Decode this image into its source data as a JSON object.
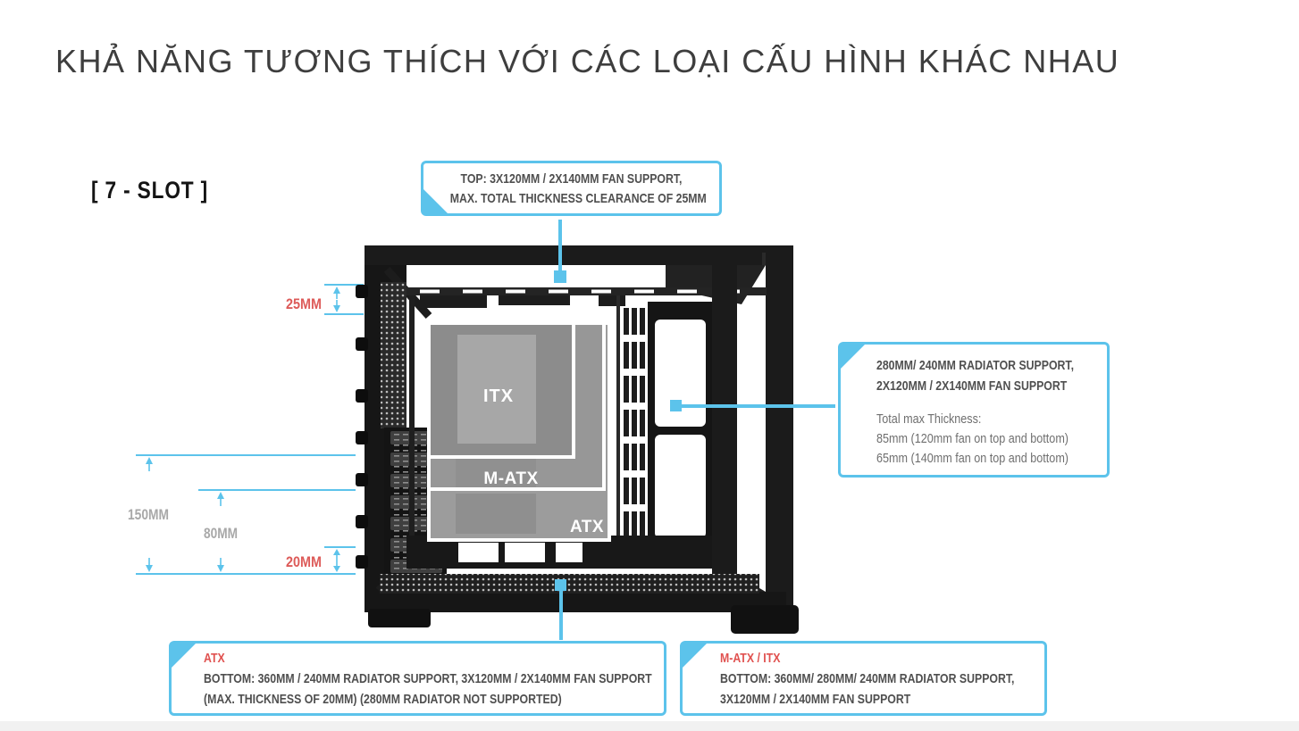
{
  "title": "KHẢ NĂNG TƯƠNG THÍCH VỚI CÁC LOẠI CẤU HÌNH KHÁC NHAU",
  "slot_label": "[ 7 - SLOT ]",
  "colors": {
    "accent_blue": "#5CC3EB",
    "accent_red": "#E0514F",
    "dim_gray": "#A8A8A8",
    "spec_text": "#4f4f4f"
  },
  "callouts": {
    "top": {
      "line1": "TOP: 3X120MM / 2X140MM FAN SUPPORT,",
      "line2": "MAX. TOTAL THICKNESS CLEARANCE OF 25MM"
    },
    "right": {
      "line1": "280MM/ 240MM RADIATOR SUPPORT,",
      "line2": "2X120MM / 2X140MM FAN SUPPORT",
      "subtitle": "Total max Thickness:",
      "sub1": "85mm (120mm fan on top and bottom)",
      "sub2": "65mm (140mm fan on top and bottom)"
    },
    "bottom_left": {
      "header": "ATX",
      "line1": "BOTTOM: 360MM / 240MM RADIATOR SUPPORT, 3X120MM / 2X140MM FAN SUPPORT",
      "line2": "(MAX. THICKNESS OF 20MM) (280MM RADIATOR NOT SUPPORTED)"
    },
    "bottom_right": {
      "header": "M-ATX / ITX",
      "line1": "BOTTOM: 360MM/ 280MM/ 240MM RADIATOR SUPPORT,",
      "line2": "3X120MM / 2X140MM FAN SUPPORT"
    }
  },
  "measurements": {
    "m25": "25MM",
    "m150": "150MM",
    "m80": "80MM",
    "m20": "20MM"
  },
  "board_labels": {
    "itx": "ITX",
    "matx": "M-ATX",
    "atx": "ATX"
  }
}
